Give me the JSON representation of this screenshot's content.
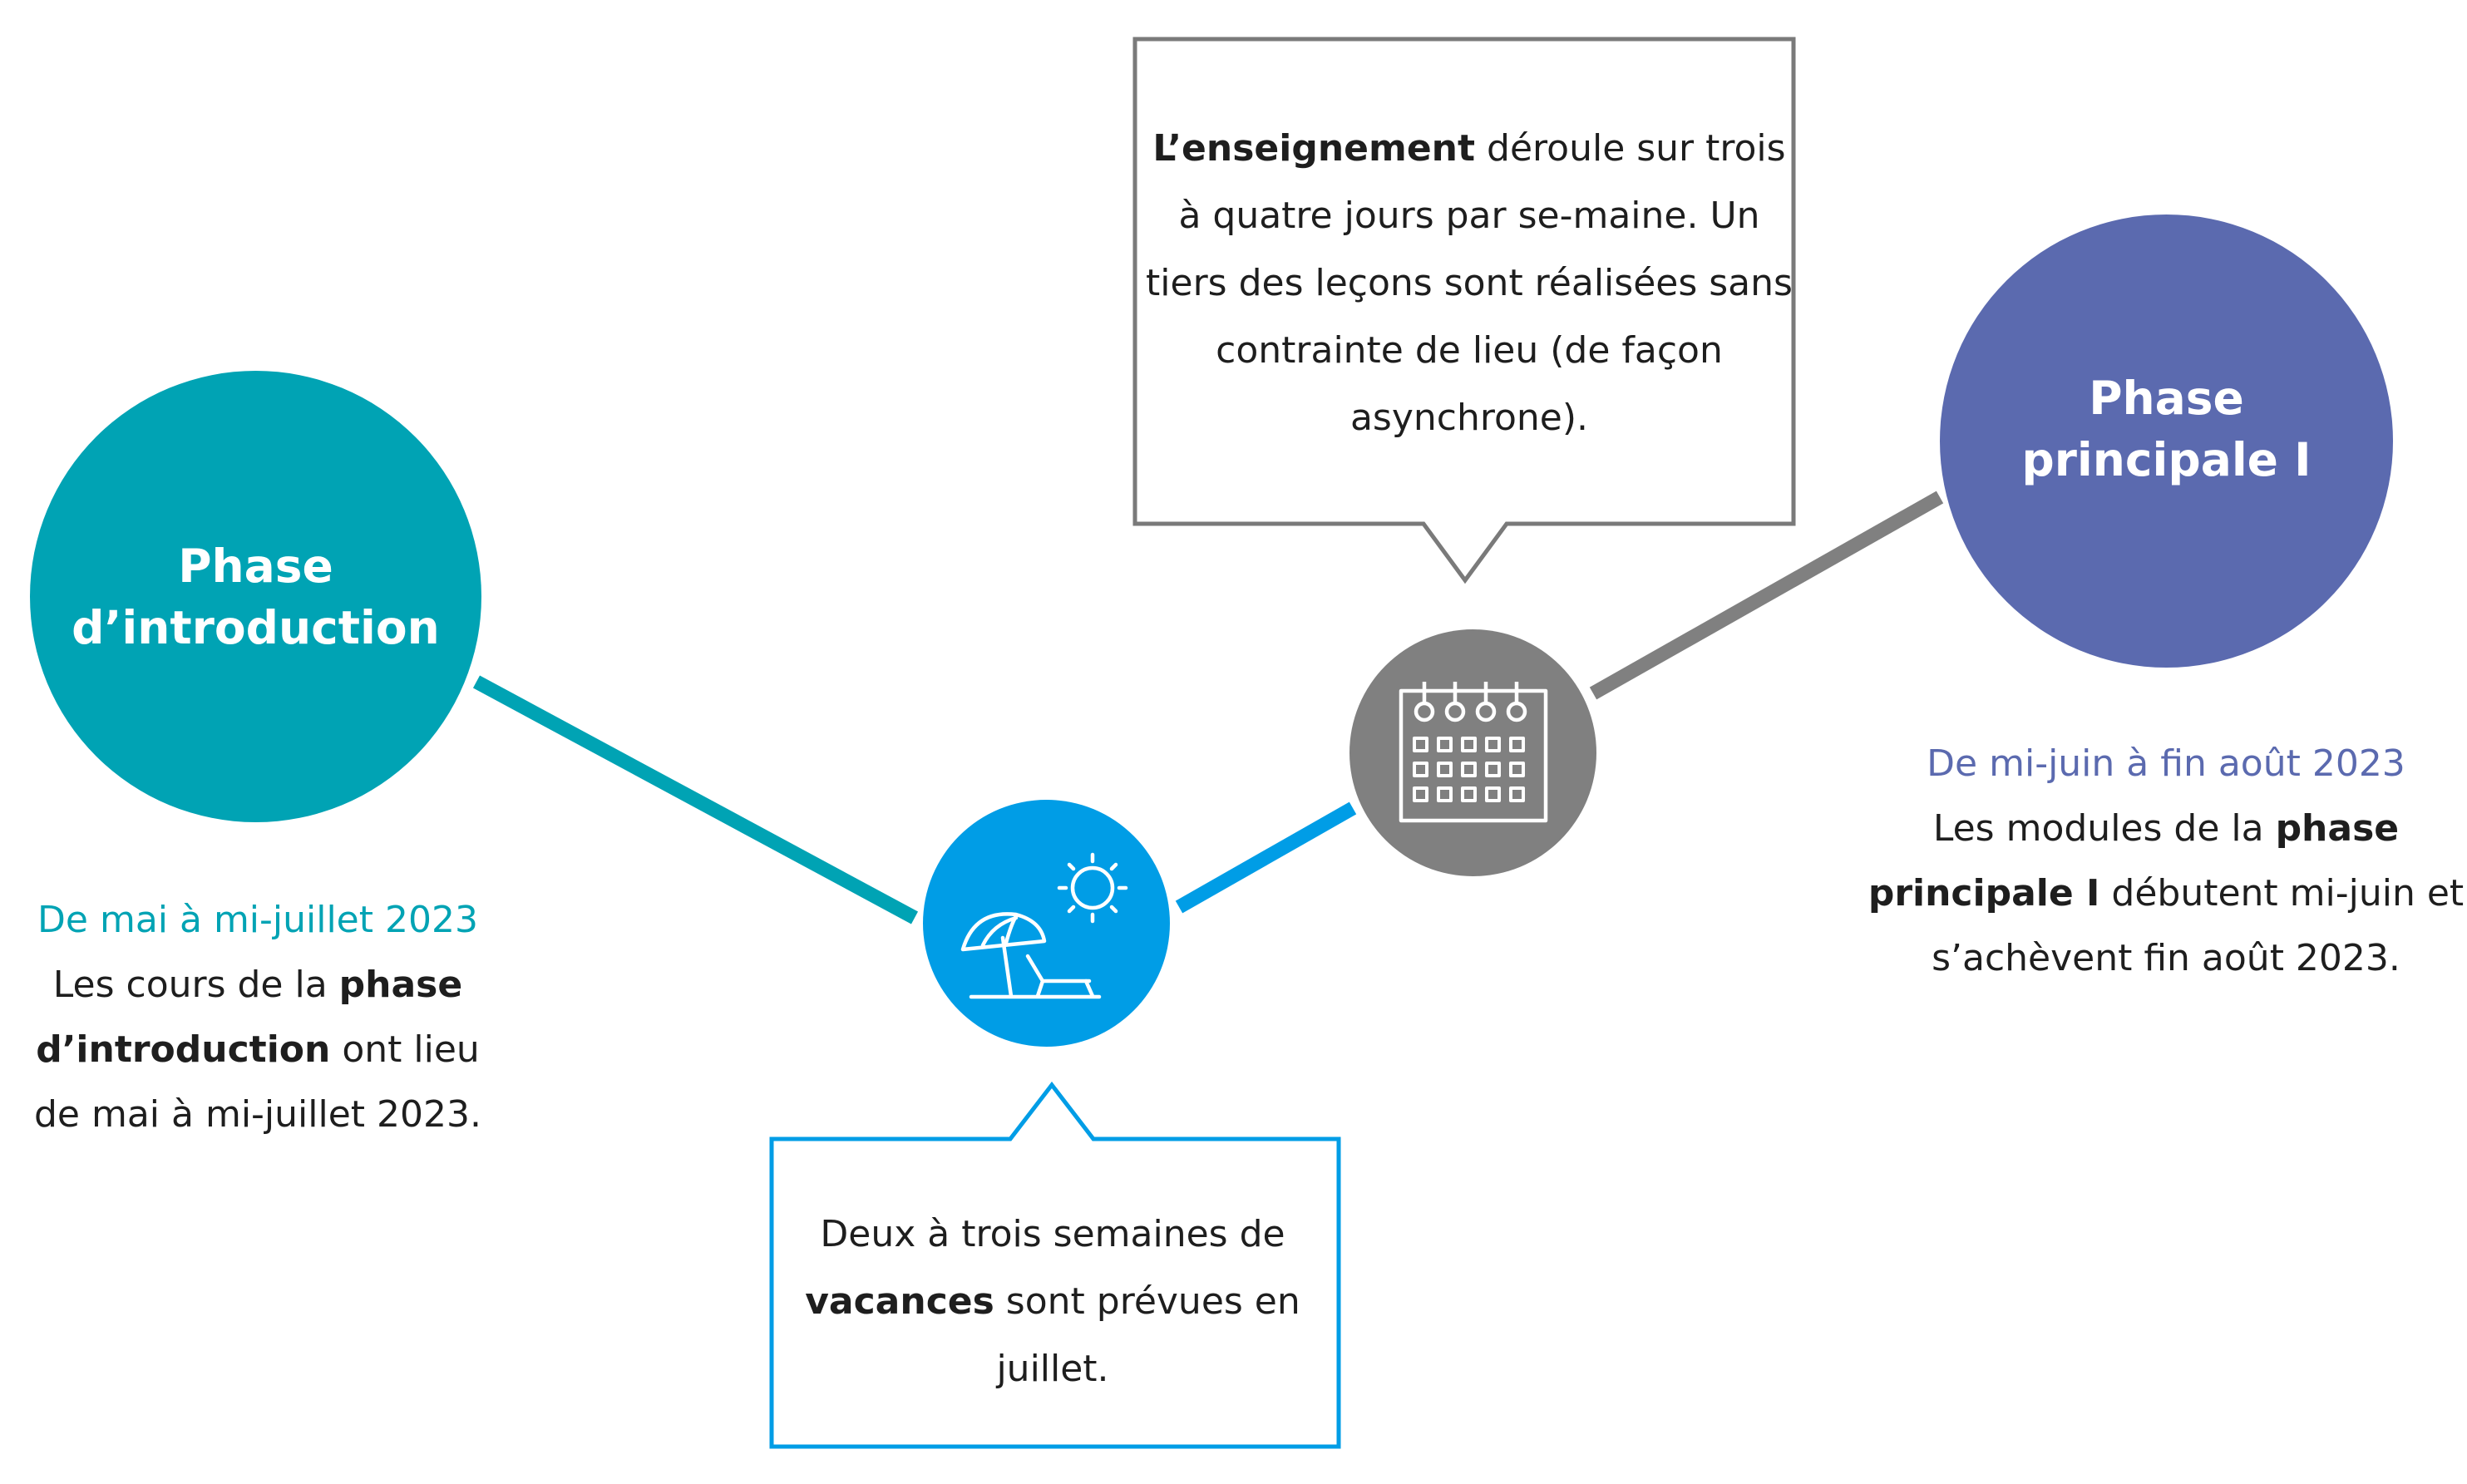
{
  "diagram": {
    "colors": {
      "intro": "#00a3b4",
      "main": "#5b6aaf",
      "vacation": "#009de6",
      "calendar": "#808080"
    },
    "intro_phase": {
      "title_line1": "Phase",
      "title_line2": "d’introduction",
      "date": "De mai à mi-juillet 2023",
      "desc_pre": "Les cours de la ",
      "desc_bold": "phase d’introduction",
      "desc_post": " ont lieu de mai à mi-juillet 2023."
    },
    "main_phase": {
      "title_line1": "Phase",
      "title_line2": "principale I",
      "date": "De mi-juin à fin août 2023",
      "desc_pre": "Les modules de la ",
      "desc_bold": "phase principale I",
      "desc_post": " débutent mi-juin et s’achèvent fin août 2023."
    },
    "teaching_callout": {
      "bold": "L’enseignement",
      "text": " déroule sur trois à quatre jours par se-maine. Un tiers des leçons sont réalisées sans contrainte de lieu (de façon asynchrone)."
    },
    "vacation_callout": {
      "pre": "Deux à trois semaines de ",
      "bold": "vacances",
      "post": " sont prévues en juillet."
    },
    "icons": {
      "vacation": "beach-umbrella-sun-icon",
      "calendar": "calendar-icon"
    }
  }
}
